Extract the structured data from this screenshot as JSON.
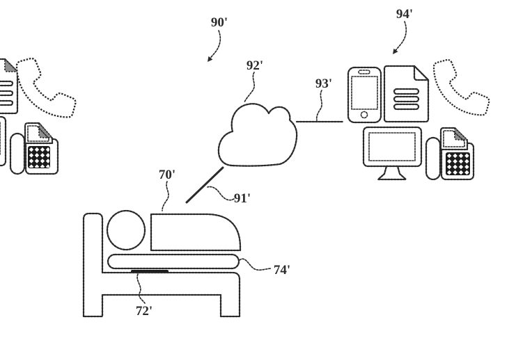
{
  "figure": {
    "type": "patent-diagram",
    "background": "#ffffff",
    "ink_color": "#2a2a2a",
    "labels": {
      "system": "90'",
      "cloud": "92'",
      "network_link": "93'",
      "remote_devices": "94'",
      "sleeper": "70'",
      "bed_link": "91'",
      "mattress": "74'",
      "sensor": "72'"
    },
    "icons": {
      "cloud": "cloud-icon",
      "bed": "bed-icon",
      "sleeper": "sleeping-person-icon",
      "smartphone": "smartphone-icon",
      "document": "document-icon",
      "handset": "phone-handset-icon",
      "monitor": "monitor-icon",
      "fax": "fax-machine-icon"
    }
  }
}
